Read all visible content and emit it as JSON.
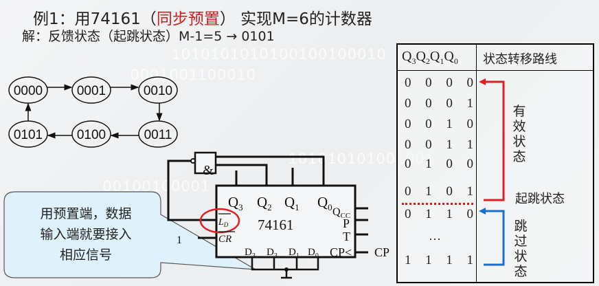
{
  "title": {
    "prefix": "例1：用74161（",
    "highlight": "同步预置",
    "suffix": "） 实现M=6的计数器",
    "highlight_color": "#d21d1d"
  },
  "subtitle": "解：反馈状态（起跳状态）M-1=5 → 0101",
  "state_diagram": {
    "states": [
      "0000",
      "0001",
      "0010",
      "0011",
      "0100",
      "0101"
    ],
    "transitions": [
      [
        "0000",
        "0001"
      ],
      [
        "0001",
        "0010"
      ],
      [
        "0010",
        "0011"
      ],
      [
        "0011",
        "0100"
      ],
      [
        "0100",
        "0101"
      ],
      [
        "0101",
        "0000"
      ]
    ]
  },
  "circuit": {
    "gate_label": "&",
    "chip_name": "74161",
    "outputs": [
      "Q3",
      "Q2",
      "Q1",
      "Q0"
    ],
    "right_pins": [
      "QCC",
      "P",
      "T",
      "CP"
    ],
    "left_pins": [
      "LD",
      "CR"
    ],
    "data_inputs": [
      "D3",
      "D3",
      "D1",
      "D0"
    ],
    "cr_input_value": "1",
    "clock_label": "CP"
  },
  "callout": {
    "lines": [
      "用预置端，数据",
      "输入端就要接入",
      "相应信号"
    ]
  },
  "table": {
    "header_state": "Q3Q2Q1Q0",
    "header_path": "状态转移路线",
    "rows": [
      [
        "0",
        "0",
        "0",
        "0"
      ],
      [
        "0",
        "0",
        "0",
        "1"
      ],
      [
        "0",
        "0",
        "1",
        "0"
      ],
      [
        "0",
        "0",
        "1",
        "1"
      ],
      [
        "0",
        "1",
        "0",
        "0"
      ],
      [
        "0",
        "1",
        "0",
        "1"
      ],
      [
        "0",
        "1",
        "1",
        "0"
      ],
      [
        "…"
      ],
      [
        "1",
        "1",
        "1",
        "1"
      ]
    ],
    "valid_label": "有效状态",
    "jump_label": "起跳状态",
    "skip_label": "跳过状态",
    "valid_color": "#e02020",
    "skip_color": "#1a6fd1",
    "divider_color": "#d21d1d"
  }
}
